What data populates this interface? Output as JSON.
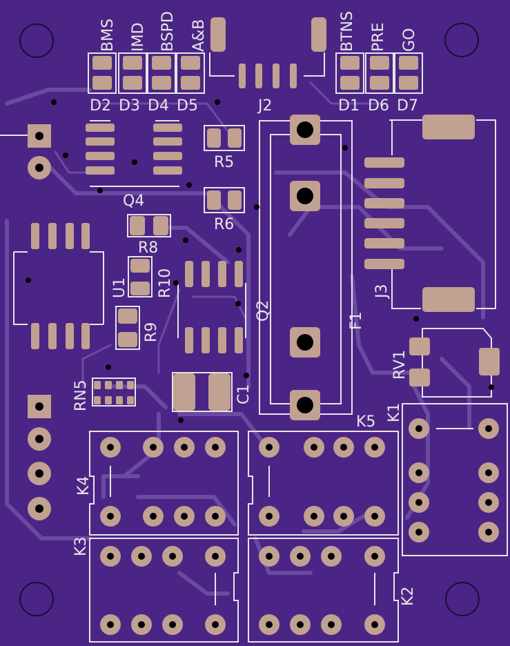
{
  "board": {
    "background": "#4b2585",
    "trace_color": "#6b4aa2",
    "silk_color": "#e6e6ea",
    "pad_color": "#c1a191"
  },
  "labels": {
    "bms": "BMS",
    "imd": "IMD",
    "bspd": "BSPD",
    "ab": "A&B",
    "btns": "BTNS",
    "pre": "PRE",
    "go": "GO",
    "d2": "D2",
    "d3": "D3",
    "d4": "D4",
    "d5": "D5",
    "d1": "D1",
    "d6": "D6",
    "d7": "D7",
    "j2": "J2",
    "j3": "J3",
    "r5": "R5",
    "r6": "R6",
    "r8": "R8",
    "r9": "R9",
    "r10": "R10",
    "q4": "Q4",
    "q2": "Q2",
    "u1": "U1",
    "f1": "F1",
    "c1": "C1",
    "rn5": "RN5",
    "rv1": "RV1",
    "k1": "K1",
    "k2": "K2",
    "k3": "K3",
    "k4": "K4",
    "k5": "K5"
  }
}
